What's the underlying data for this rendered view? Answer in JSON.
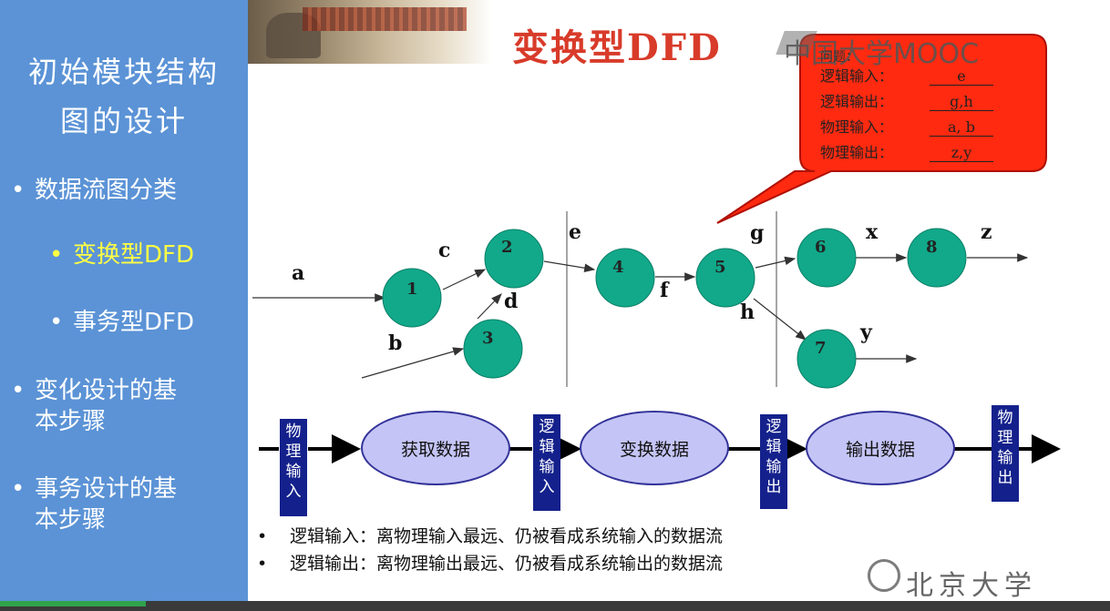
{
  "sidebar": {
    "title_line1": "初始模块结构",
    "title_line2": "图的设计",
    "items": [
      {
        "label": "数据流图分类"
      },
      {
        "label": "变换型DFD"
      },
      {
        "label": "事务型DFD"
      },
      {
        "label_line1": "变化设计的基",
        "label_line2": "本步骤"
      },
      {
        "label_line1": "事务设计的基",
        "label_line2": "本步骤"
      }
    ],
    "bullet": "•"
  },
  "slide": {
    "title": "变换型DFD",
    "watermark": "中国大学MOOC",
    "callout": {
      "question": "问题：",
      "rows": [
        {
          "label": "逻辑输入：",
          "value": "e"
        },
        {
          "label": "逻辑输出：",
          "value": "g,h"
        },
        {
          "label": "物理输入：",
          "value": "a, b"
        },
        {
          "label": "物理输出：",
          "value": "z,y"
        }
      ],
      "color": "#ff2a10"
    },
    "dfd": {
      "node_color": "#11a98a",
      "nodes": [
        "1",
        "2",
        "3",
        "4",
        "5",
        "6",
        "7",
        "8"
      ],
      "flows": [
        "a",
        "b",
        "c",
        "d",
        "e",
        "f",
        "g",
        "h",
        "x",
        "y",
        "z"
      ]
    },
    "pipeline": {
      "boxes": [
        {
          "text": "物理输入"
        },
        {
          "text": "逻辑输入"
        },
        {
          "text": "逻辑输出"
        },
        {
          "text": "物理输出"
        }
      ],
      "processes": [
        {
          "text": "获取数据"
        },
        {
          "text": "变换数据"
        },
        {
          "text": "输出数据"
        }
      ]
    },
    "notes": [
      {
        "bullet": "•",
        "text": "逻辑输入：离物理输入最远、仍被看成系统输入的数据流"
      },
      {
        "bullet": "•",
        "text": "逻辑输出：离物理输出最远、仍被看成系统输出的数据流"
      }
    ],
    "school": "北京大学"
  }
}
